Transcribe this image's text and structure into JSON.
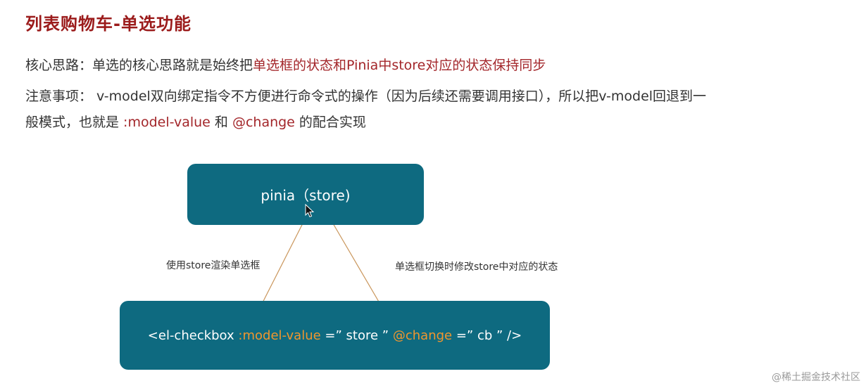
{
  "slide": {
    "title": "列表购物车-单选功能"
  },
  "core_idea": {
    "label": "核心思路：",
    "text_before": "单选的核心思路就是始终把",
    "highlight": "单选框的状态和Pinia中store对应的状态保持同步"
  },
  "note": {
    "label": "注意事项：",
    "line1": " v-model双向绑定指令不方便进行命令式的操作（因为后续还需要调用接口），所以把v-model回退到一",
    "line2_before": "般模式，也就是 ",
    "code1": ":model-value",
    "mid": " 和 ",
    "code2": "@change",
    "line2_after": " 的配合实现"
  },
  "diagram": {
    "store_box_label": "pinia（store)",
    "left_arrow_label": "使用store渲染单选框",
    "right_arrow_label": "单选框切换时修改store中对应的状态",
    "checkbox_code": {
      "tag_open": "<el-checkbox ",
      "attr1": ":model-value",
      "value1": " =” store ” ",
      "attr2": "@change",
      "value2": " =” cb ” />"
    },
    "colors": {
      "box_fill": "#0e6a80",
      "arrow": "#c9955a",
      "code_highlight": "#f0962e"
    }
  },
  "watermark": "@稀土掘金技术社区",
  "icons": {
    "cursor": "mouse-pointer-icon"
  }
}
